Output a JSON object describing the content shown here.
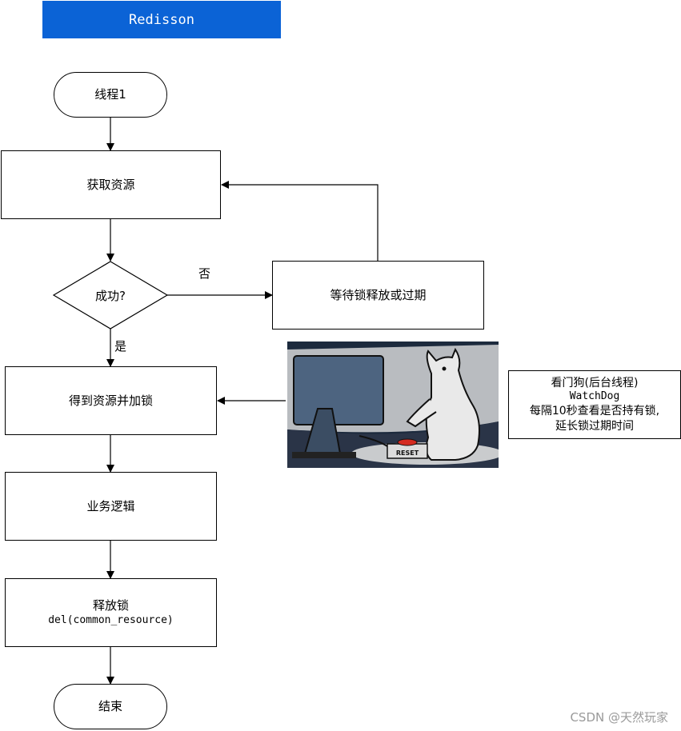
{
  "header": {
    "title": "Redisson"
  },
  "nodes": {
    "start": "线程1",
    "acquire": "获取资源",
    "decision": "成功?",
    "wait": "等待锁释放或过期",
    "lock": "得到资源并加锁",
    "business": "业务逻辑",
    "release": {
      "line1": "释放锁",
      "line2": "del(common_resource)"
    },
    "end": "结束"
  },
  "edge_labels": {
    "no": "否",
    "yes": "是"
  },
  "watchdog": {
    "line1": "看门狗(后台线程)",
    "line2": "WatchDog",
    "line3": "每隔10秒查看是否持有锁,",
    "line4": "延长锁过期时间"
  },
  "illustration": {
    "button_text": "RESET"
  },
  "watermark": "CSDN @天然玩家",
  "colors": {
    "title_bar": "#0b63d6",
    "illustration_dark": "#1c2a3d",
    "illustration_accent": "#d42a20"
  }
}
